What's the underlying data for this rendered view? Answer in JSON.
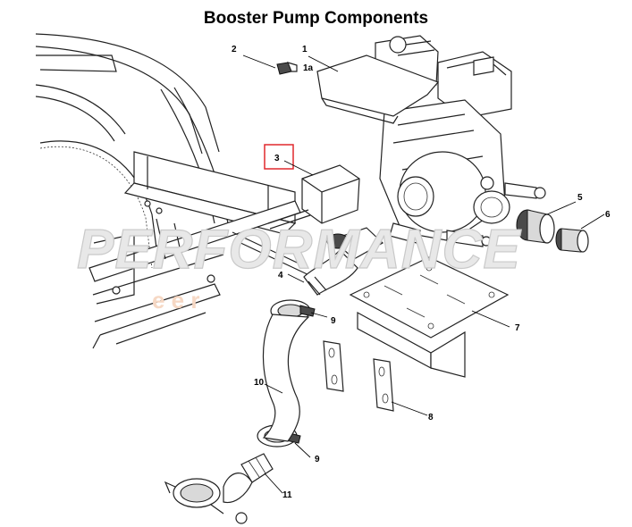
{
  "title": "Booster Pump Components",
  "watermark": {
    "main": "PERFORMANCE",
    "sub": "e  e  r"
  },
  "highlight_color": "#e0282d",
  "callouts": [
    {
      "id": "2",
      "label": "2"
    },
    {
      "id": "1",
      "label": "1"
    },
    {
      "id": "1a",
      "label": "1a"
    },
    {
      "id": "3",
      "label": "3"
    },
    {
      "id": "4",
      "label": "4"
    },
    {
      "id": "5",
      "label": "5"
    },
    {
      "id": "6",
      "label": "6"
    },
    {
      "id": "7",
      "label": "7"
    },
    {
      "id": "8",
      "label": "8"
    },
    {
      "id": "9a",
      "label": "9"
    },
    {
      "id": "9b",
      "label": "9"
    },
    {
      "id": "10",
      "label": "10"
    },
    {
      "id": "11",
      "label": "11"
    }
  ]
}
